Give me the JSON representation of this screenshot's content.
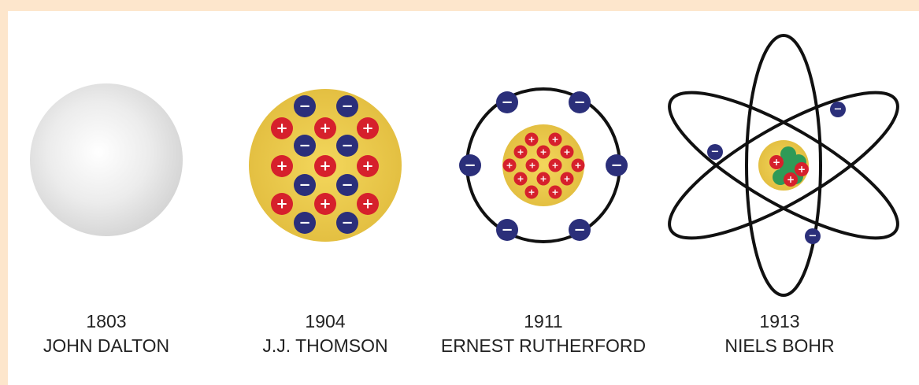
{
  "models": [
    {
      "year": "1803",
      "name": "JOHN DALTON"
    },
    {
      "year": "1904",
      "name": "J.J. THOMSON"
    },
    {
      "year": "1911",
      "name": "ERNEST RUTHERFORD"
    },
    {
      "year": "1913",
      "name": "NIELS BOHR"
    }
  ],
  "colors": {
    "page_background": "#fde6cc",
    "panel_background": "#ffffff",
    "dalton_sphere": "#dcdcdc",
    "positive_charge": "#d6202c",
    "negative_charge": "#2b2f7a",
    "positive_medium": "#e8c548",
    "neutron": "#2f9a57",
    "orbit_stroke": "#111111"
  },
  "symbols": {
    "positive": "+",
    "negative": "−"
  }
}
